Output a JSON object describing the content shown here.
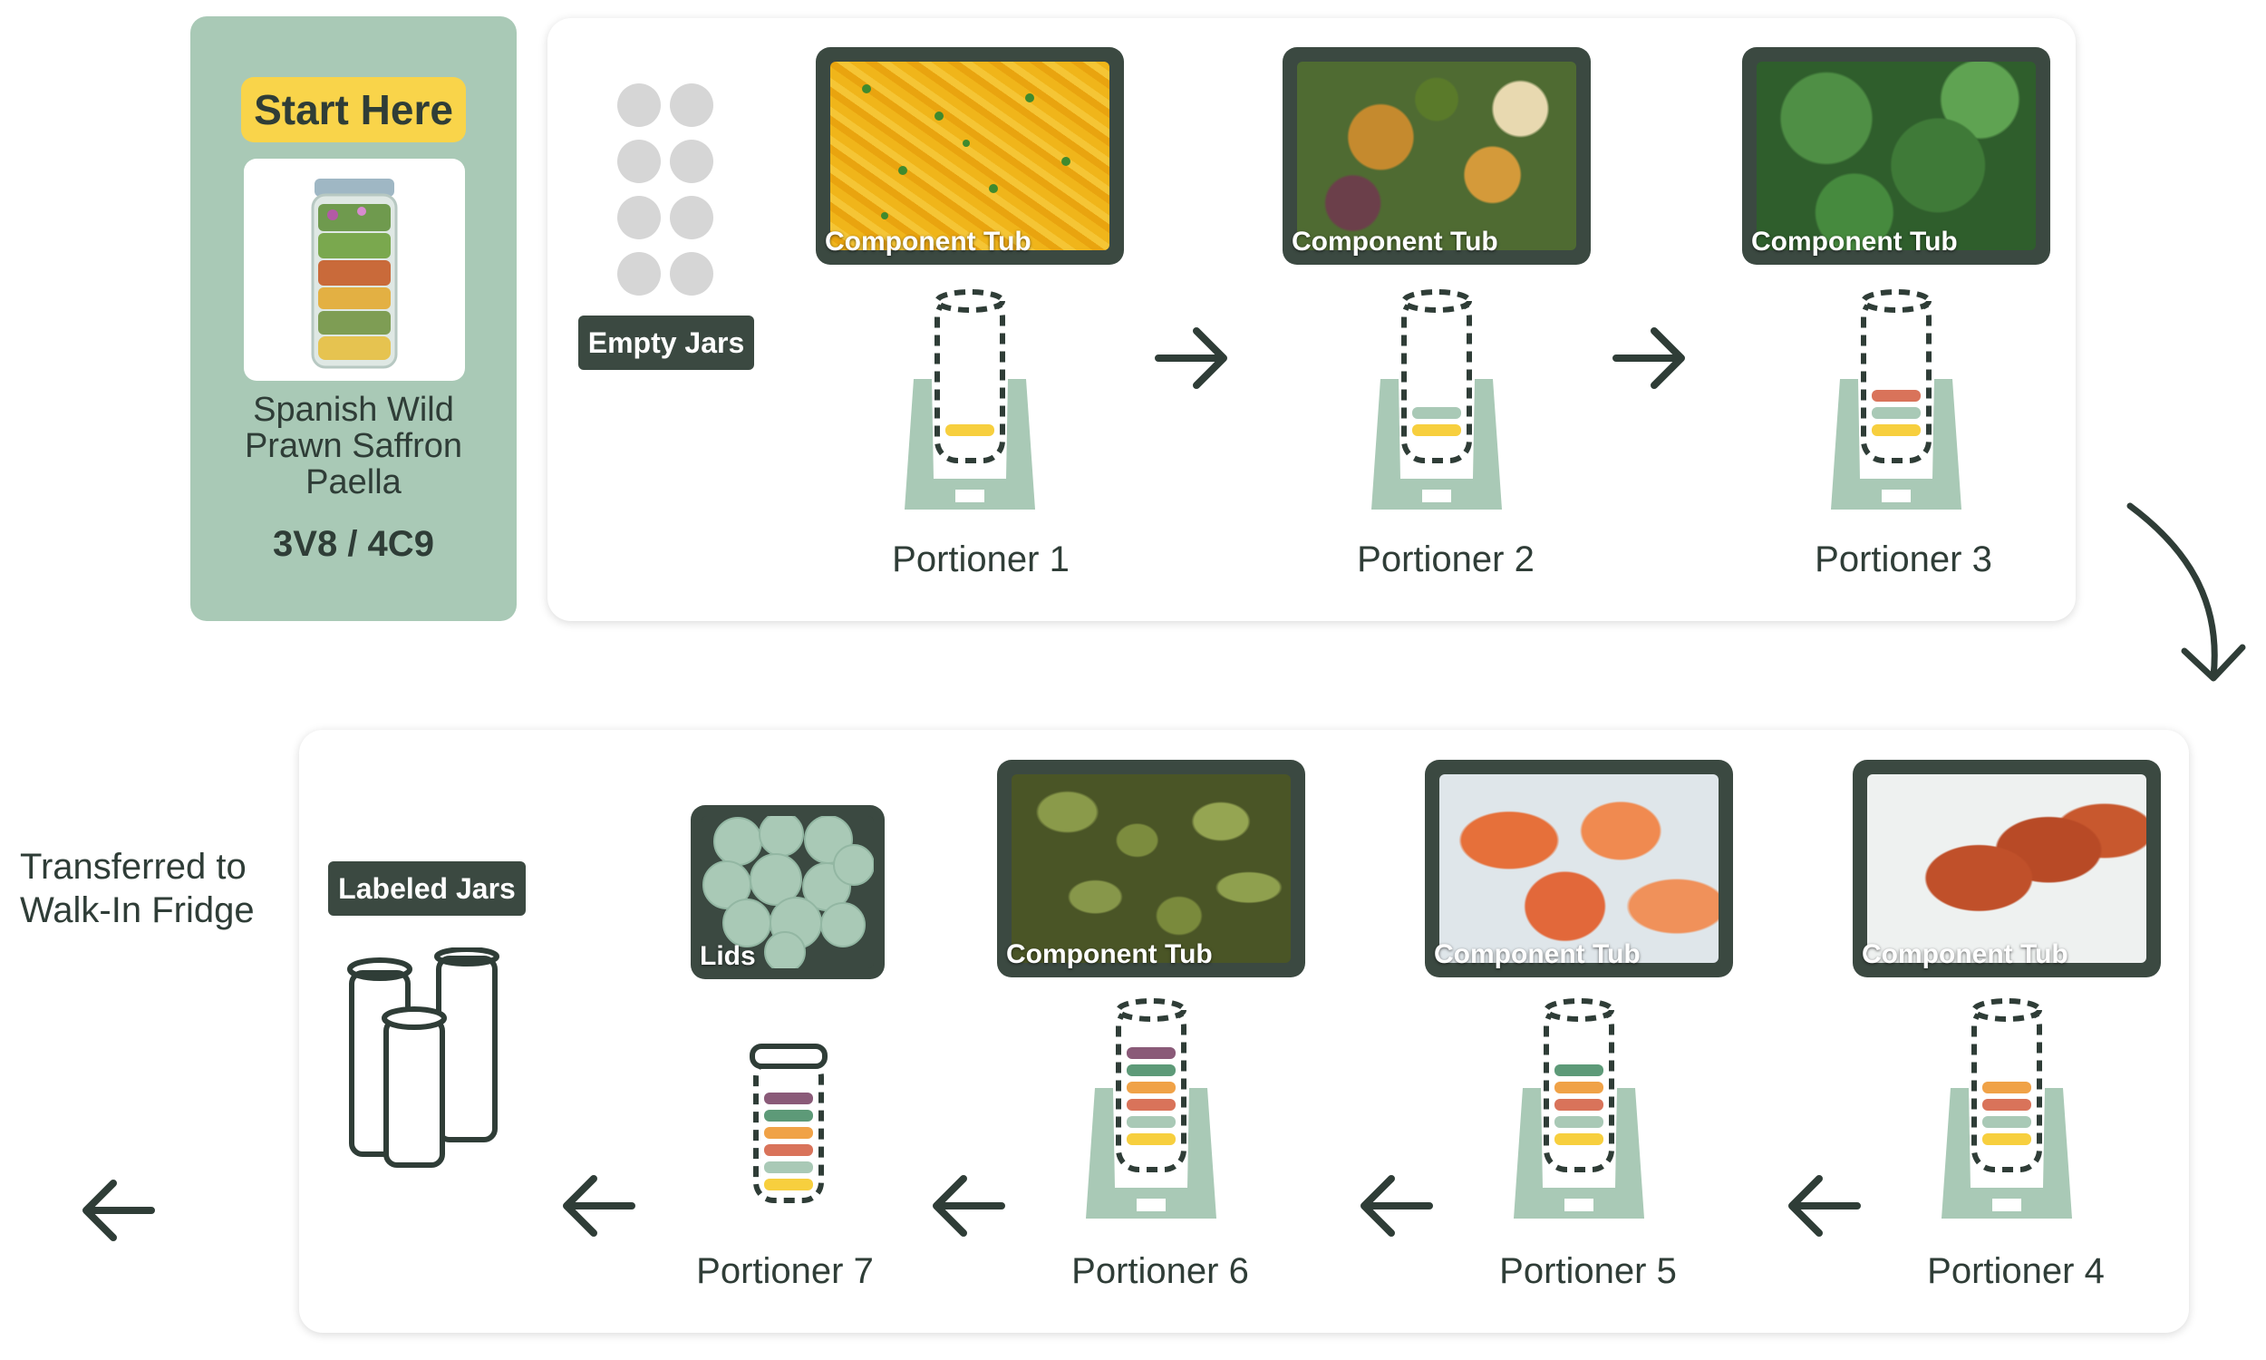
{
  "start": {
    "badge": "Start Here",
    "meal_name": "Spanish Wild Prawn Saffron Paella",
    "code": "3V8 / 4C9"
  },
  "empty_jars_label": "Empty Jars",
  "labeled_jars_label": "Labeled Jars",
  "lids_label": "Lids",
  "tub_label": "Component Tub",
  "transfer_text": "Transferred to Walk-In Fridge",
  "portioners": [
    {
      "label": "Portioner 1"
    },
    {
      "label": "Portioner 2"
    },
    {
      "label": "Portioner 3"
    },
    {
      "label": "Portioner 4"
    },
    {
      "label": "Portioner 5"
    },
    {
      "label": "Portioner 6"
    },
    {
      "label": "Portioner 7"
    }
  ],
  "colors": {
    "yellow": "#f7cf3e",
    "mint": "#a9c9b6",
    "coral": "#d9735a",
    "orange": "#f0a247",
    "green": "#5d9a78",
    "purple": "#8a5a78",
    "dark": "#3b4941"
  }
}
